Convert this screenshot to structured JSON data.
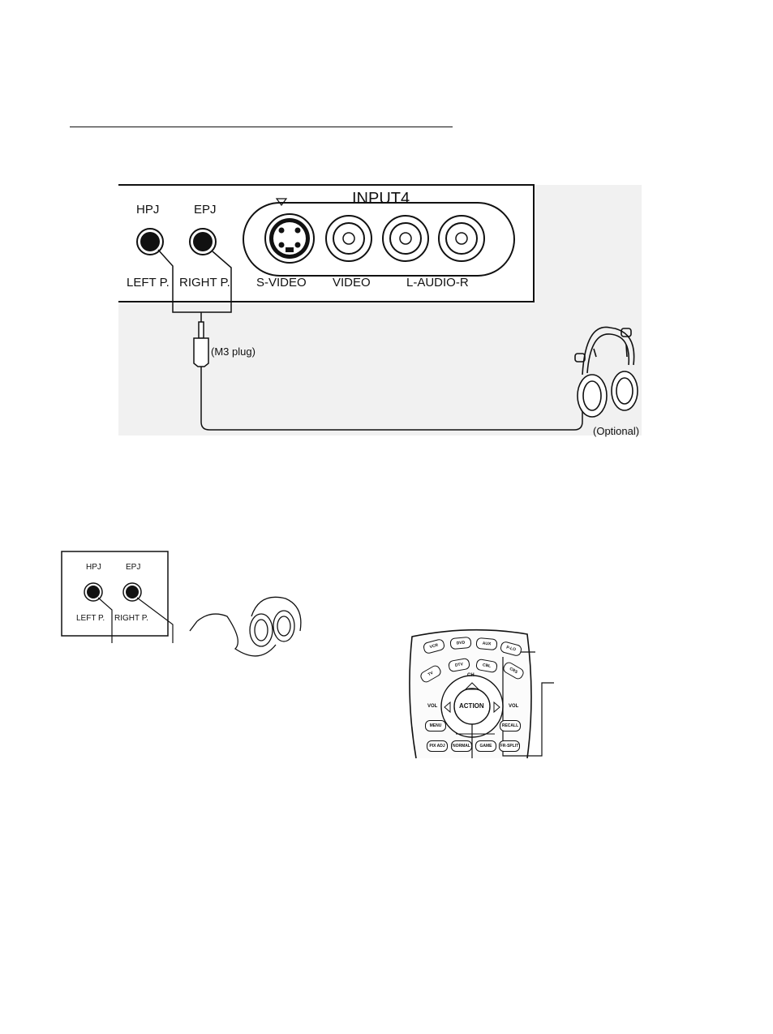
{
  "main_panel": {
    "hpj": "HPJ",
    "epj": "EPJ",
    "input4": "INPUT4",
    "left_p": "LEFT P.",
    "right_p": "RIGHT P.",
    "s_video": "S-VIDEO",
    "video": "VIDEO",
    "audio": "L-AUDIO-R",
    "plug": "(M3 plug)",
    "optional": "(Optional)"
  },
  "small_panel": {
    "hpj": "HPJ",
    "epj": "EPJ",
    "left_p": "LEFT P.",
    "right_p": "RIGHT P."
  },
  "remote": {
    "row1": [
      "VCR",
      "DVD",
      "AUX",
      "P-LO"
    ],
    "row2": [
      "TV",
      "DTV",
      "CBL",
      "CRS"
    ],
    "ch": "CH",
    "vol_left": "VOL",
    "vol_right": "VOL",
    "action": "ACTION",
    "menu": "MENU",
    "recall": "RECALL",
    "row_bottom": [
      "PIX ADJ",
      "NORMAL",
      "GAME",
      "FR-SPLIT"
    ]
  }
}
